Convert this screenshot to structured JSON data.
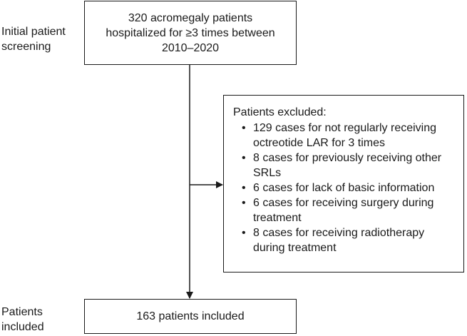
{
  "side_labels": {
    "screening": "Initial patient\nscreening",
    "included": "Patients\nincluded"
  },
  "boxes": {
    "top": {
      "lines": [
        "320 acromegaly patients",
        "hospitalized for ≥3 times between",
        "2010–2020"
      ]
    },
    "excluded": {
      "title": "Patients excluded:",
      "items": [
        "129 cases for not regularly receiving octreotide LAR for 3 times",
        "8 cases for previously receiving other SRLs",
        "6 cases for lack of basic information",
        "6 cases for receiving surgery during treatment",
        "8 cases for receiving radiotherapy during treatment"
      ],
      "bullet": "•"
    },
    "bottom": {
      "text": "163 patients included"
    }
  }
}
